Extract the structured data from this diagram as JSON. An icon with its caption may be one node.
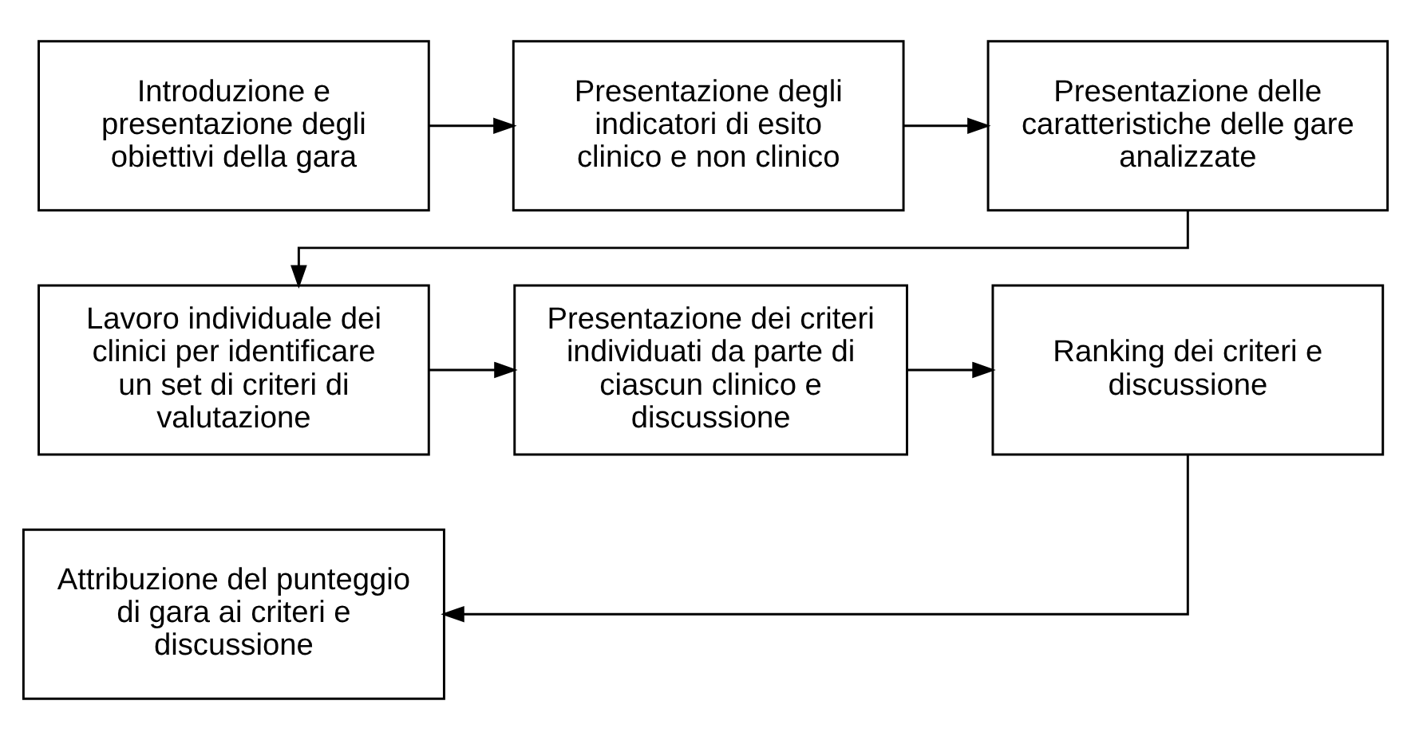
{
  "diagram": {
    "nodes": [
      {
        "text": [
          "Introduzione e presentazione degli obiettivi della gara"
        ]
      },
      {
        "text": [
          "Presentazione degli indicatori di esito clinico e non clinico"
        ]
      },
      {
        "text": [
          "Presentazione delle caratteristiche delle gare analizzate"
        ]
      },
      {
        "text": [
          "Lavoro individuale dei clinici per identificare un set di criteri di valutazione"
        ]
      },
      {
        "text": [
          "Presentazione dei criteri individuati da parte di ciascun clinico e discussione"
        ]
      },
      {
        "text": [
          "Ranking dei criteri e discussione"
        ]
      },
      {
        "text": [
          "Attribuzione del punteggio di gara ai criteri e discussione"
        ]
      }
    ],
    "edges": [
      {
        "from": 0,
        "to": 1,
        "arrow": "to"
      },
      {
        "from": 1,
        "to": 2,
        "arrow": "to"
      },
      {
        "from": 2,
        "to": 3,
        "arrow": "to"
      },
      {
        "from": 3,
        "to": 4,
        "arrow": "to"
      },
      {
        "from": 4,
        "to": 5,
        "arrow": "to"
      },
      {
        "from": 5,
        "to": 6,
        "arrow": "to"
      }
    ]
  }
}
